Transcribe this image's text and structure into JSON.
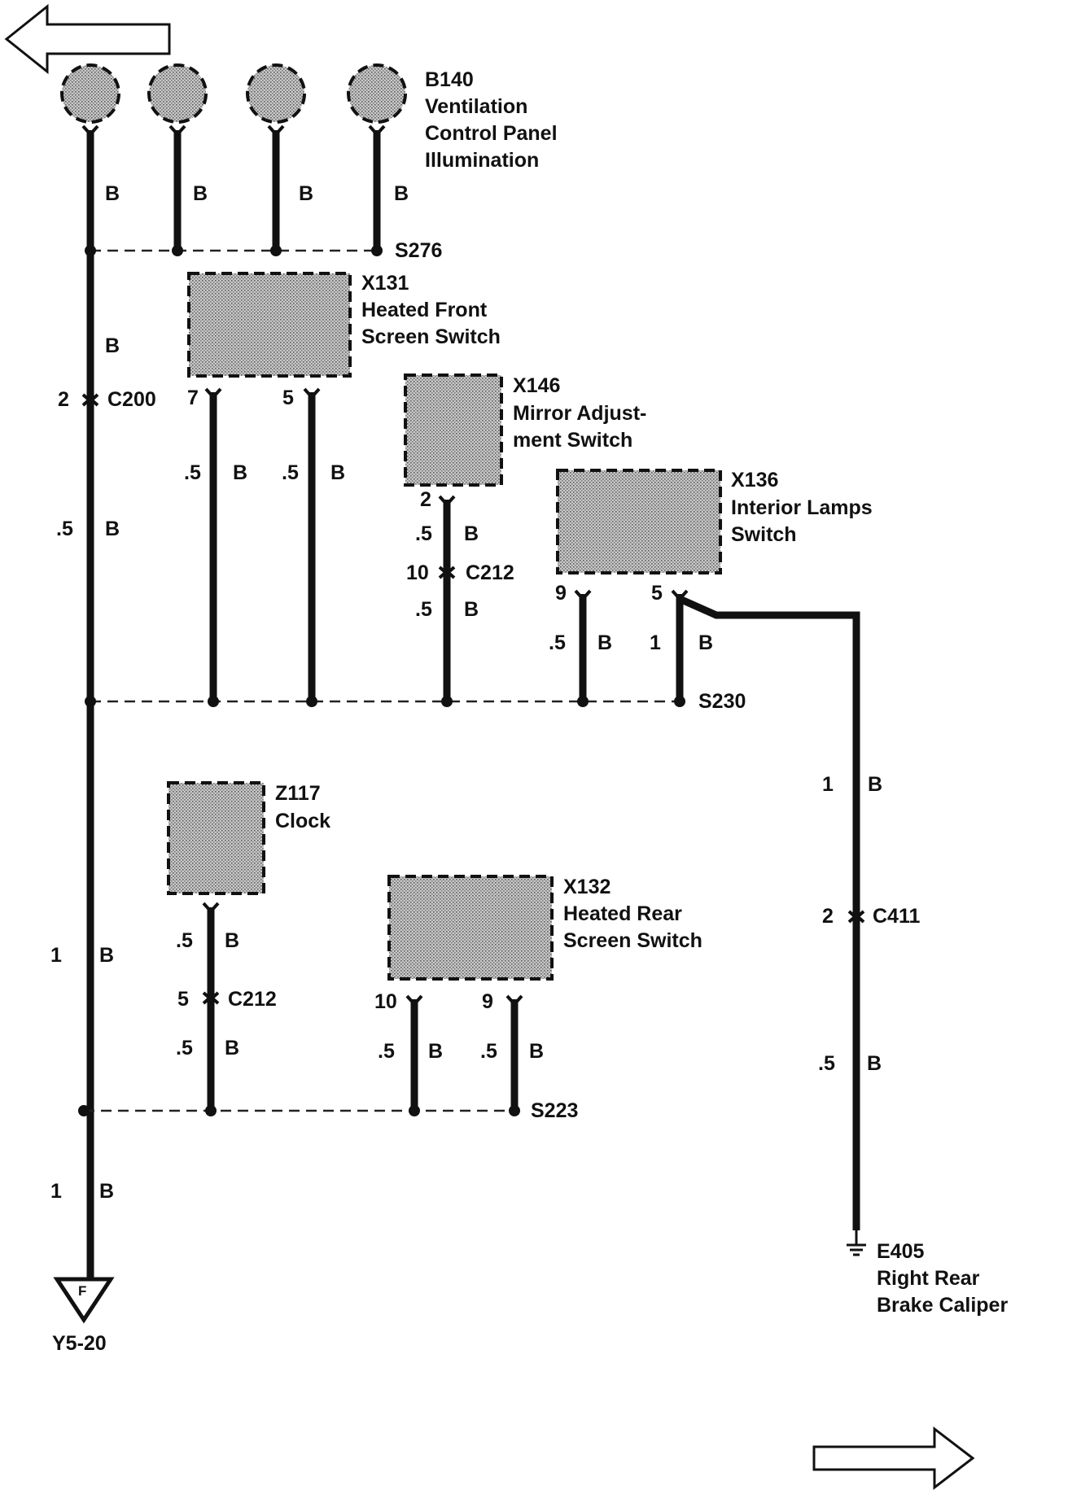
{
  "nav": {
    "prev_arrow_icon": "arrow-left-icon",
    "next_arrow_icon": "arrow-right-icon"
  },
  "components": {
    "b140": {
      "id": "B140",
      "name_lines": [
        "Ventilation",
        "Control Panel",
        "Illumination"
      ]
    },
    "x131": {
      "id": "X131",
      "name_lines": [
        "Heated Front",
        "Screen Switch"
      ]
    },
    "x146": {
      "id": "X146",
      "name_lines": [
        "Mirror Adjust-",
        "ment Switch"
      ]
    },
    "x136": {
      "id": "X136",
      "name_lines": [
        "Interior Lamps",
        "Switch"
      ]
    },
    "z117": {
      "id": "Z117",
      "name_lines": [
        "Clock"
      ]
    },
    "x132": {
      "id": "X132",
      "name_lines": [
        "Heated Rear",
        "Screen Switch"
      ]
    },
    "e405": {
      "id": "E405",
      "name_lines": [
        "Right Rear",
        "Brake Caliper"
      ]
    }
  },
  "splices": {
    "s276": "S276",
    "s230": "S230",
    "s223": "S223"
  },
  "connectors": {
    "c200": {
      "pin": "2",
      "id": "C200"
    },
    "c212_mirror": {
      "pin": "10",
      "id": "C212"
    },
    "c212_clock": {
      "pin": "5",
      "id": "C212"
    },
    "c411": {
      "pin": "2",
      "id": "C411"
    }
  },
  "pins": {
    "x131_a": "7",
    "x131_b": "5",
    "x146": "2",
    "x136_a": "9",
    "x136_b": "5",
    "x132_a": "10",
    "x132_b": "9"
  },
  "wire_labels": {
    "color": "B",
    "size_05": ".5",
    "size_1": "1"
  },
  "ground_ref": {
    "letter": "F",
    "page": "Y5-20"
  }
}
